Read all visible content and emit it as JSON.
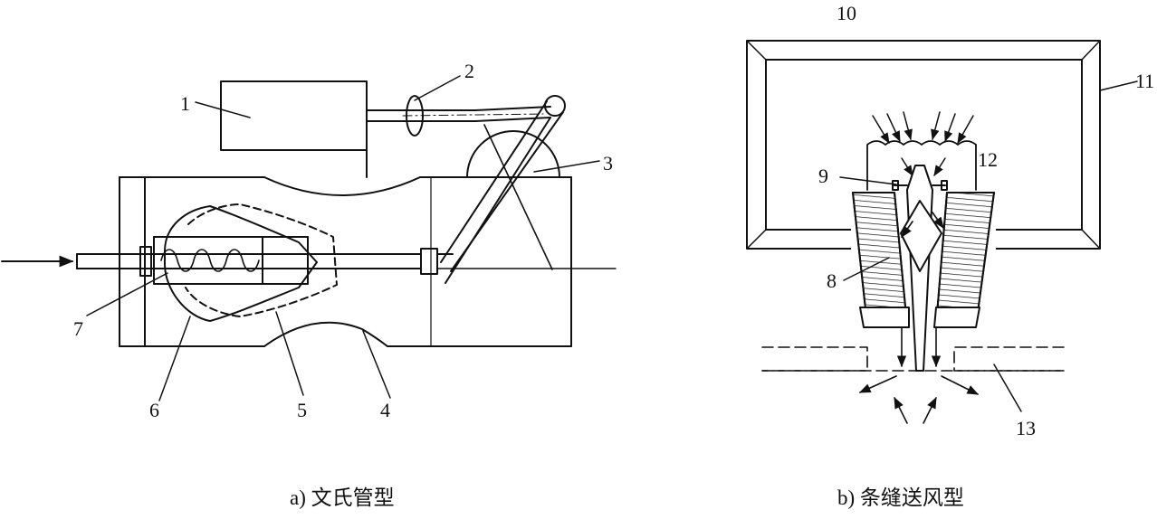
{
  "captions": {
    "left": "a) 文氏管型",
    "right": "b) 条缝送风型"
  },
  "labels": {
    "n1": "1",
    "n2": "2",
    "n3": "3",
    "n4": "4",
    "n5": "5",
    "n6": "6",
    "n7": "7",
    "n8": "8",
    "n9": "9",
    "n10": "10",
    "n11": "11",
    "n12": "12",
    "n13": "13"
  },
  "colors": {
    "ink": "#111111",
    "paper": "#ffffff"
  }
}
